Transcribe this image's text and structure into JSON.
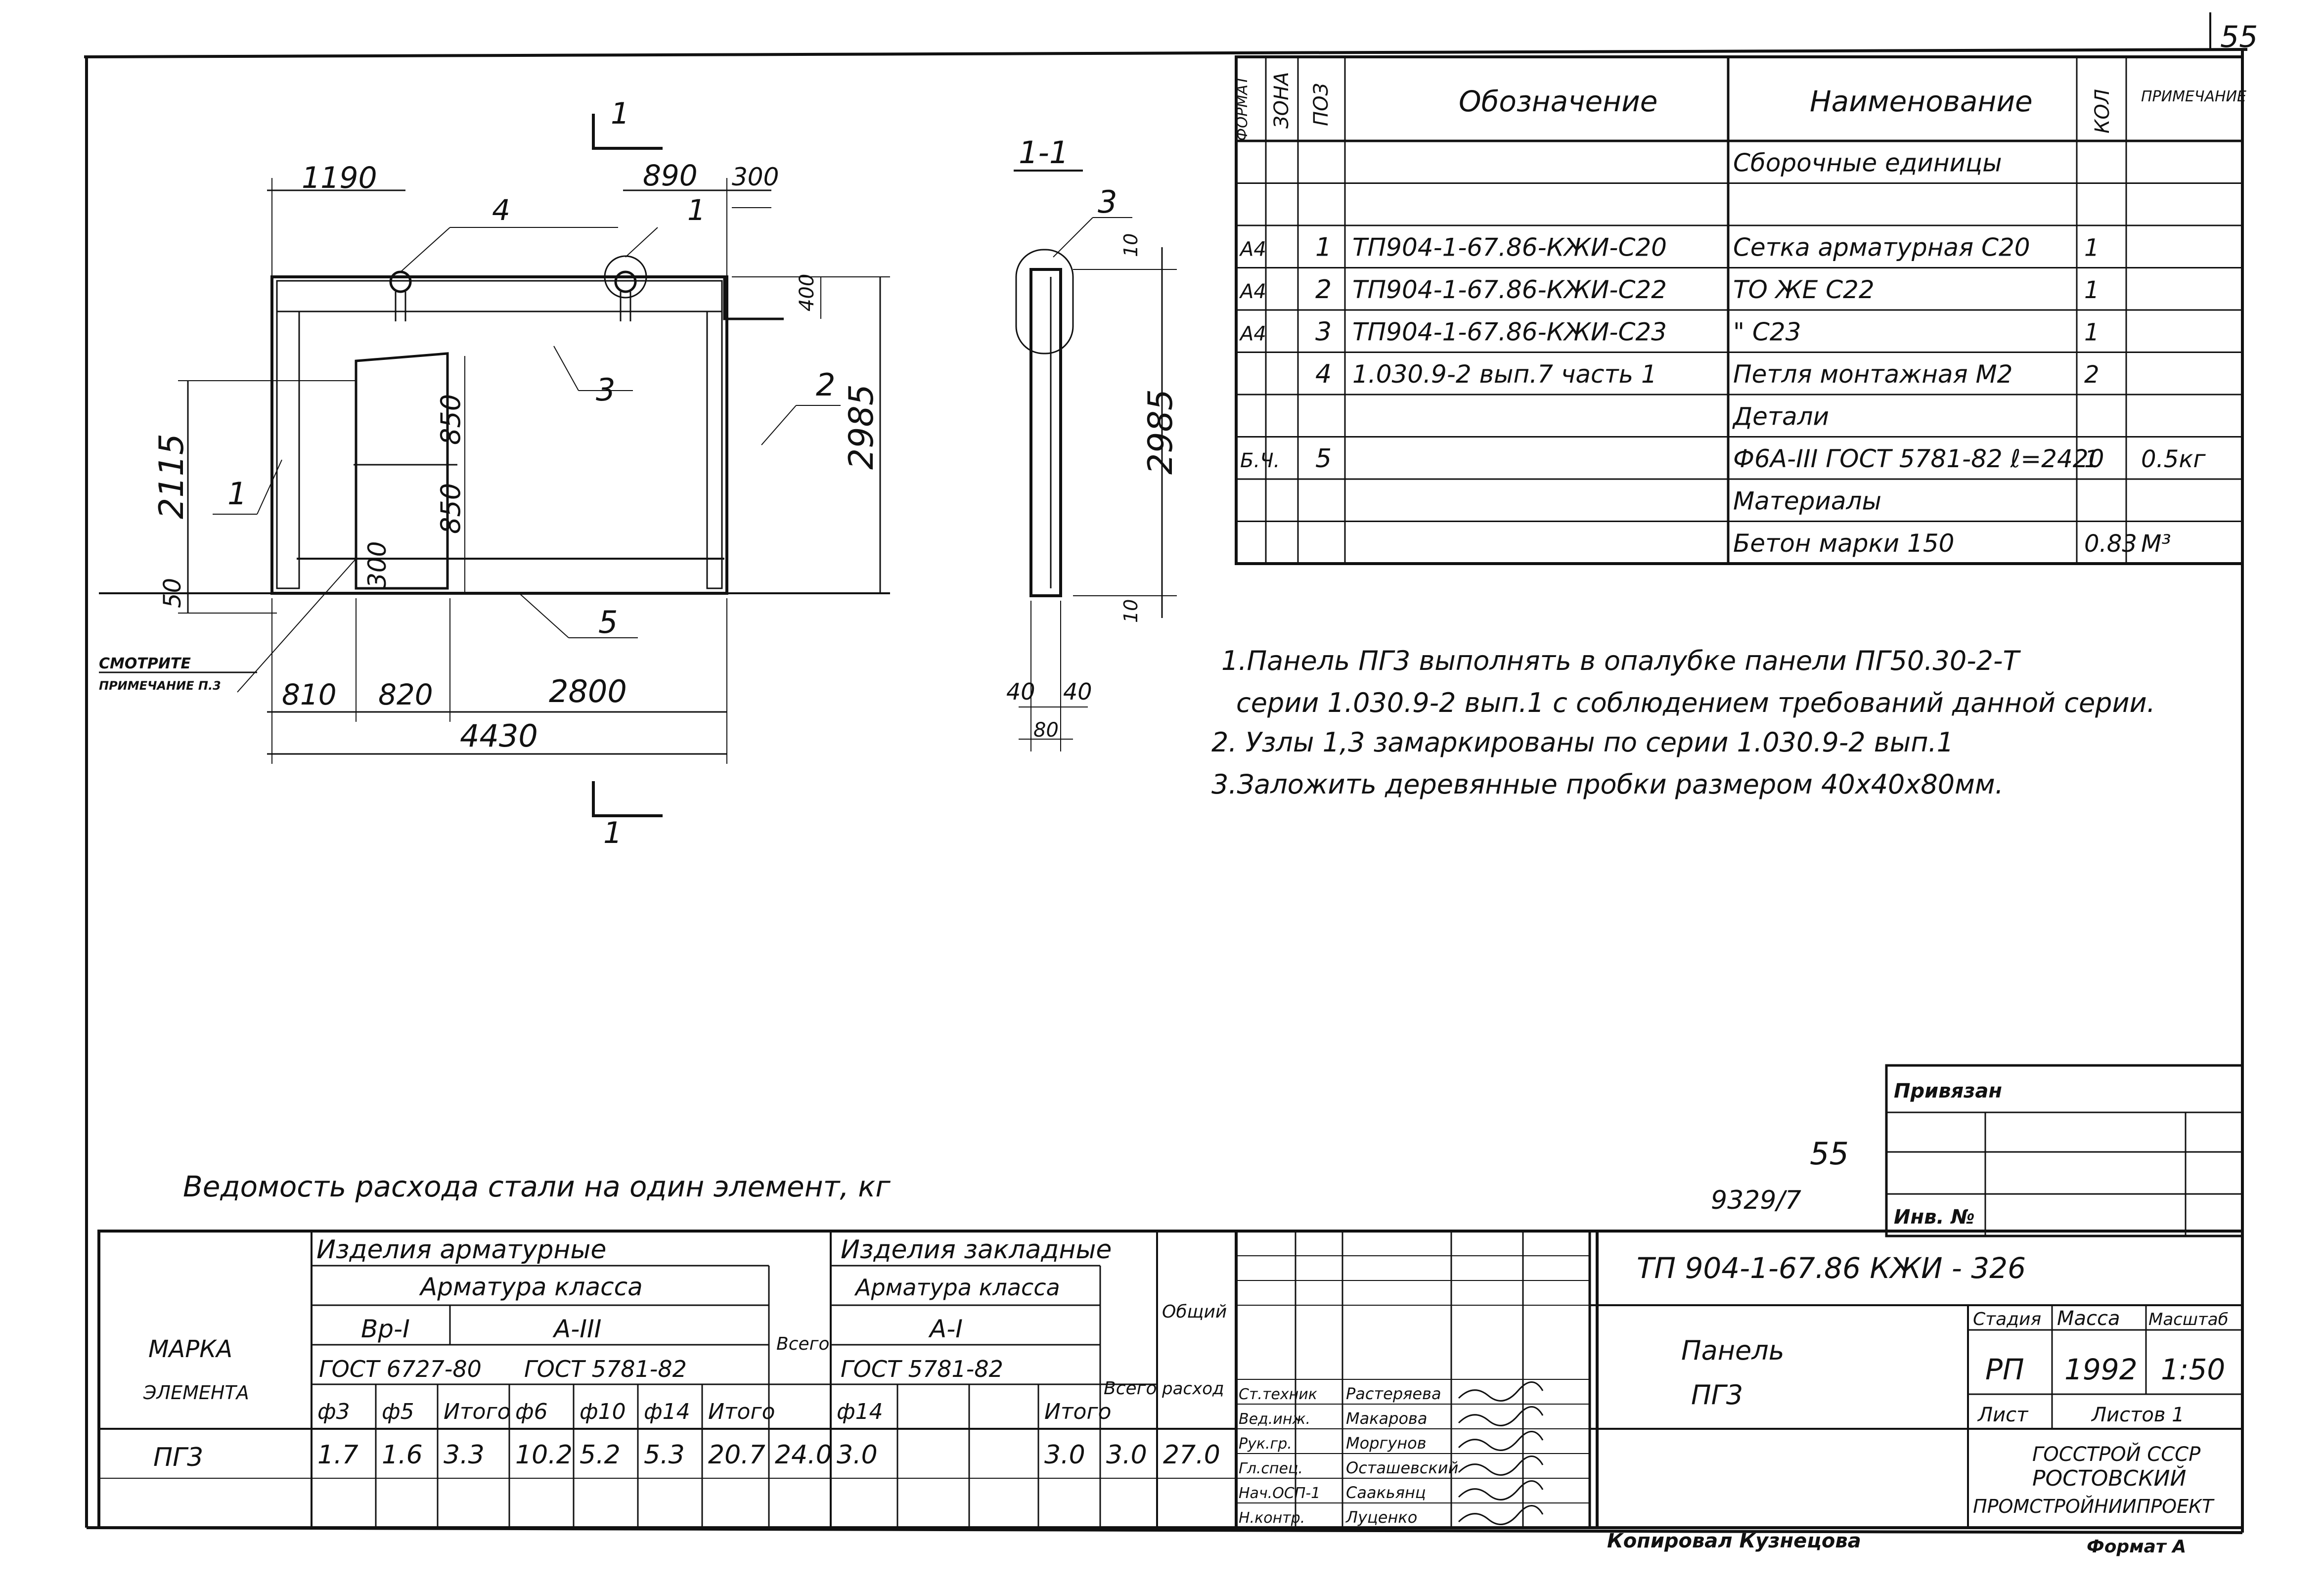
{
  "page_number": "55",
  "drawing": {
    "section_mark": "1",
    "section_label": "1-1",
    "dims": {
      "d1190": "1190",
      "d890": "890",
      "d300": "300",
      "d400": "400",
      "d2115": "2115",
      "d2985": "2985",
      "d850a": "850",
      "d850b": "850",
      "d300b": "300",
      "d50": "50",
      "d810": "810",
      "d820": "820",
      "d2800": "2800",
      "d4430": "4430",
      "s2985": "2985",
      "s10a": "10",
      "s10b": "10",
      "s40a": "40",
      "s40b": "40",
      "s80": "80"
    },
    "callouts": {
      "c1": "1",
      "c2": "2",
      "c3": "3",
      "c4": "4",
      "c5": "5",
      "c1b": "1",
      "s3": "3"
    },
    "see_note_line1": "СМОТРИТЕ",
    "see_note_line2": "ПРИМЕЧАНИЕ П.3"
  },
  "spec": {
    "headers": {
      "format": "ФОРМАТ",
      "zone": "ЗОНА",
      "pos": "ПОЗ",
      "designation": "Обозначение",
      "name": "Наименование",
      "qty": "КОЛ",
      "note": "ПРИМЕЧАНИЕ"
    },
    "rows": [
      {
        "format": "",
        "zone": "",
        "pos": "",
        "designation": "",
        "name": "Сборочные единицы",
        "qty": "",
        "note": ""
      },
      {
        "format": "",
        "zone": "",
        "pos": "",
        "designation": "",
        "name": "",
        "qty": "",
        "note": ""
      },
      {
        "format": "А4",
        "zone": "",
        "pos": "1",
        "designation": "ТП904-1-67.86-КЖИ-С20",
        "name": "Сетка арматурная С20",
        "qty": "1",
        "note": ""
      },
      {
        "format": "А4",
        "zone": "",
        "pos": "2",
        "designation": "ТП904-1-67.86-КЖИ-С22",
        "name": "ТО ЖЕ            С22",
        "qty": "1",
        "note": ""
      },
      {
        "format": "А4",
        "zone": "",
        "pos": "3",
        "designation": "ТП904-1-67.86-КЖИ-С23",
        "name": "\"              С23",
        "qty": "1",
        "note": ""
      },
      {
        "format": "",
        "zone": "",
        "pos": "4",
        "designation": "1.030.9-2 вып.7 часть 1",
        "name": "Петля монтажная М2",
        "qty": "2",
        "note": ""
      },
      {
        "format": "",
        "zone": "",
        "pos": "",
        "designation": "",
        "name": "Детали",
        "qty": "",
        "note": ""
      },
      {
        "format": "Б.Ч.",
        "zone": "",
        "pos": "5",
        "designation": "",
        "name": "Ф6А-III ГОСТ 5781-82 ℓ=2420",
        "qty": "1",
        "note": "0.5кг"
      },
      {
        "format": "",
        "zone": "",
        "pos": "",
        "designation": "",
        "name": "Материалы",
        "qty": "",
        "note": ""
      },
      {
        "format": "",
        "zone": "",
        "pos": "",
        "designation": "",
        "name": "Бетон марки 150",
        "qty": "0.83",
        "note": "М³"
      }
    ]
  },
  "notes": [
    "1.Панель ПГ3 выполнять в опалубке панели ПГ50.30-2-Т",
    "серии 1.030.9-2 вып.1 с соблюдением требований данной серии.",
    "2. Узлы 1,3 замаркированы по серии 1.030.9-2 вып.1",
    "3.Заложить деревянные пробки размером 40х40х80мм."
  ],
  "steel_table": {
    "title": "Ведомость расхода стали на один элемент, кг",
    "mark_header": "МАРКА ЭЛЕМЕНТА",
    "group_rebar": "Изделия арматурные",
    "group_embedded": "Изделия закладные",
    "class_rebar": "Арматура класса",
    "class_embedded": "Арматура класса",
    "class_bp": "Вр-I",
    "class_a3": "А-III",
    "class_a1": "А-I",
    "gost_bp": "ГОСТ 6727-80",
    "gost_a3": "ГОСТ 5781-82",
    "gost_a1": "ГОСТ 5781-82",
    "total_label": "Всего",
    "total_label2": "Всего",
    "overall_label1": "Общий",
    "overall_label2": "расход",
    "cols": [
      "ф3",
      "ф5",
      "Итого",
      "ф6",
      "ф10",
      "ф14",
      "Итого",
      "",
      "ф14",
      "",
      "",
      "Итого",
      "",
      ""
    ],
    "row": {
      "mark": "ПГ3",
      "values": [
        "1.7",
        "1.6",
        "3.3",
        "10.2",
        "5.2",
        "5.3",
        "20.7",
        "24.0",
        "3.0",
        "",
        "",
        "3.0",
        "3.0",
        "27.0"
      ]
    }
  },
  "title_block": {
    "privyazan": "Привязан",
    "inv_no": "Инв. №",
    "sheet_no": "55",
    "ref_no": "9329/7",
    "code": "ТП 904-1-67.86 КЖИ - 326",
    "name_line1": "Панель",
    "name_line2": "ПГ3",
    "stage_label": "Стадия",
    "mass_label": "Масса",
    "scale_label": "Масштаб",
    "stage": "РП",
    "mass": "1992",
    "scale": "1:50",
    "list_label": "Лист",
    "lists_label": "Листов 1",
    "org1": "ГОССТРОЙ СССР",
    "org2": "РОСТОВСКИЙ",
    "org3": "ПРОМСТРОЙНИИПРОЕКТ",
    "signatures": [
      {
        "role": "Ст.техник",
        "name": "Растеряева"
      },
      {
        "role": "Вед.инж.",
        "name": "Макарова"
      },
      {
        "role": "Рук.гр.",
        "name": "Моргунов"
      },
      {
        "role": "Гл.спец.",
        "name": "Осташевский"
      },
      {
        "role": "Нач.ОСП-1",
        "name": "Саакьянц"
      },
      {
        "role": "Н.контр.",
        "name": "Луценко"
      }
    ]
  },
  "copied": "Копировал Кузнецова",
  "format_label": "Формат А"
}
